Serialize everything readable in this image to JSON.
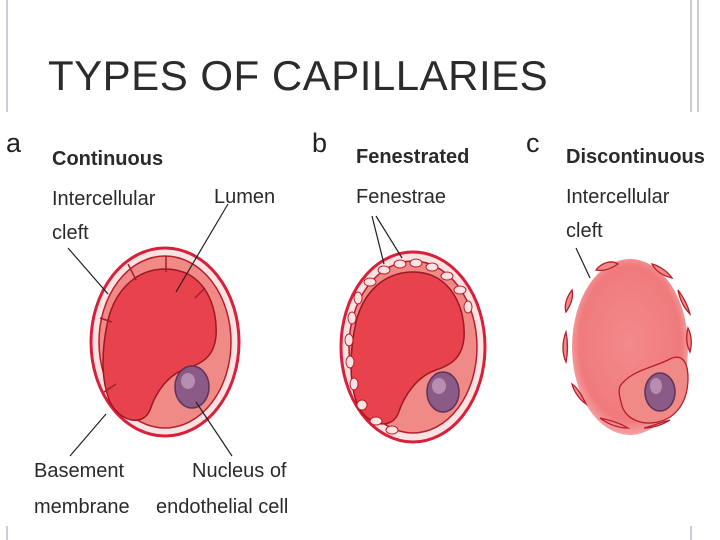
{
  "slide": {
    "title": "TYPES OF CAPILLARIES"
  },
  "panels": [
    {
      "letter": "a",
      "name": "Continuous",
      "labels": {
        "cleft_line1": "Intercellular",
        "cleft_line2": "cleft",
        "lumen": "Lumen",
        "basement_line1": "Basement",
        "basement_line2": "membrane",
        "nucleus_line1": "Nucleus of",
        "nucleus_line2": "endothelial cell"
      }
    },
    {
      "letter": "b",
      "name": "Fenestrated",
      "labels": {
        "fenestrae": "Fenestrae"
      }
    },
    {
      "letter": "c",
      "name": "Discontinuous",
      "labels": {
        "cleft_line1": "Intercellular",
        "cleft_line2": "cleft"
      }
    }
  ],
  "colors": {
    "outer_ring": "#d8203a",
    "wall_fill": "#f08a86",
    "lumen_fill": "#e8424c",
    "nucleus_fill": "#8c5a86",
    "discontinuous_lumen": "#f07a7c"
  }
}
